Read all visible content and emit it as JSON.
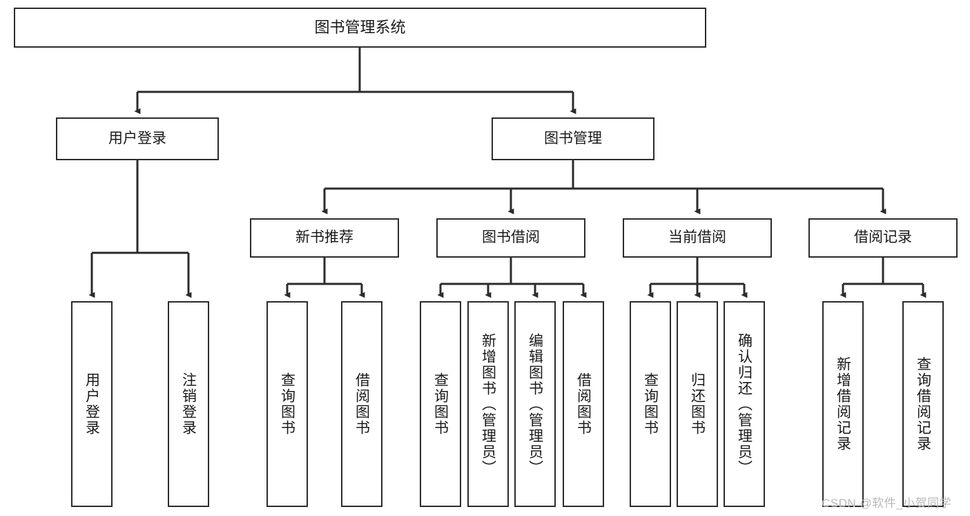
{
  "diagram": {
    "type": "tree-hierarchy-chart",
    "title": "图书管理系统",
    "colors": {
      "box_border": "#2b2b2b",
      "box_fill": "#ffffff",
      "connector": "#2b2b2b",
      "text": "#1a1a1a",
      "watermark": "#b9b9b9",
      "background": "#ffffff"
    },
    "levels": {
      "level1": [
        {
          "id": "root",
          "label": "图书管理系统",
          "orientation": "horizontal"
        }
      ],
      "level2": [
        {
          "id": "user-login",
          "label": "用户登录",
          "orientation": "horizontal"
        },
        {
          "id": "book-management",
          "label": "图书管理",
          "orientation": "horizontal"
        }
      ],
      "level3": [
        {
          "id": "new-book-recommend",
          "label": "新书推荐",
          "orientation": "horizontal",
          "parent": "book-management"
        },
        {
          "id": "book-borrow",
          "label": "图书借阅",
          "orientation": "horizontal",
          "parent": "book-management"
        },
        {
          "id": "current-borrow",
          "label": "当前借阅",
          "orientation": "horizontal",
          "parent": "book-management"
        },
        {
          "id": "borrow-record",
          "label": "借阅记录",
          "orientation": "horizontal",
          "parent": "book-management"
        }
      ],
      "level4": [
        {
          "id": "leaf-user-login",
          "label": "用户登录",
          "orientation": "vertical",
          "parent": "user-login"
        },
        {
          "id": "leaf-user-logout",
          "label": "注销登录",
          "orientation": "vertical",
          "parent": "user-login"
        },
        {
          "id": "leaf-query-book-1",
          "label": "查询图书",
          "orientation": "vertical",
          "parent": "new-book-recommend"
        },
        {
          "id": "leaf-borrow-book-1",
          "label": "借阅图书",
          "orientation": "vertical",
          "parent": "new-book-recommend"
        },
        {
          "id": "leaf-query-book-2",
          "label": "查询图书",
          "orientation": "vertical",
          "parent": "book-borrow"
        },
        {
          "id": "leaf-add-book",
          "label": "新增图书（管理员）",
          "orientation": "vertical",
          "parent": "book-borrow"
        },
        {
          "id": "leaf-edit-book",
          "label": "编辑图书（管理员）",
          "orientation": "vertical",
          "parent": "book-borrow"
        },
        {
          "id": "leaf-borrow-book-2",
          "label": "借阅图书",
          "orientation": "vertical",
          "parent": "book-borrow"
        },
        {
          "id": "leaf-query-book-3",
          "label": "查询图书",
          "orientation": "vertical",
          "parent": "current-borrow"
        },
        {
          "id": "leaf-return-book",
          "label": "归还图书",
          "orientation": "vertical",
          "parent": "current-borrow"
        },
        {
          "id": "leaf-confirm-return",
          "label": "确认归还（管理员）",
          "orientation": "vertical",
          "parent": "current-borrow"
        },
        {
          "id": "leaf-add-record",
          "label": "新增借阅记录",
          "orientation": "vertical",
          "parent": "borrow-record"
        },
        {
          "id": "leaf-query-record",
          "label": "查询借阅记录",
          "orientation": "vertical",
          "parent": "borrow-record"
        }
      ]
    }
  },
  "watermark": {
    "text": "CSDN @软件_小贺同学"
  }
}
